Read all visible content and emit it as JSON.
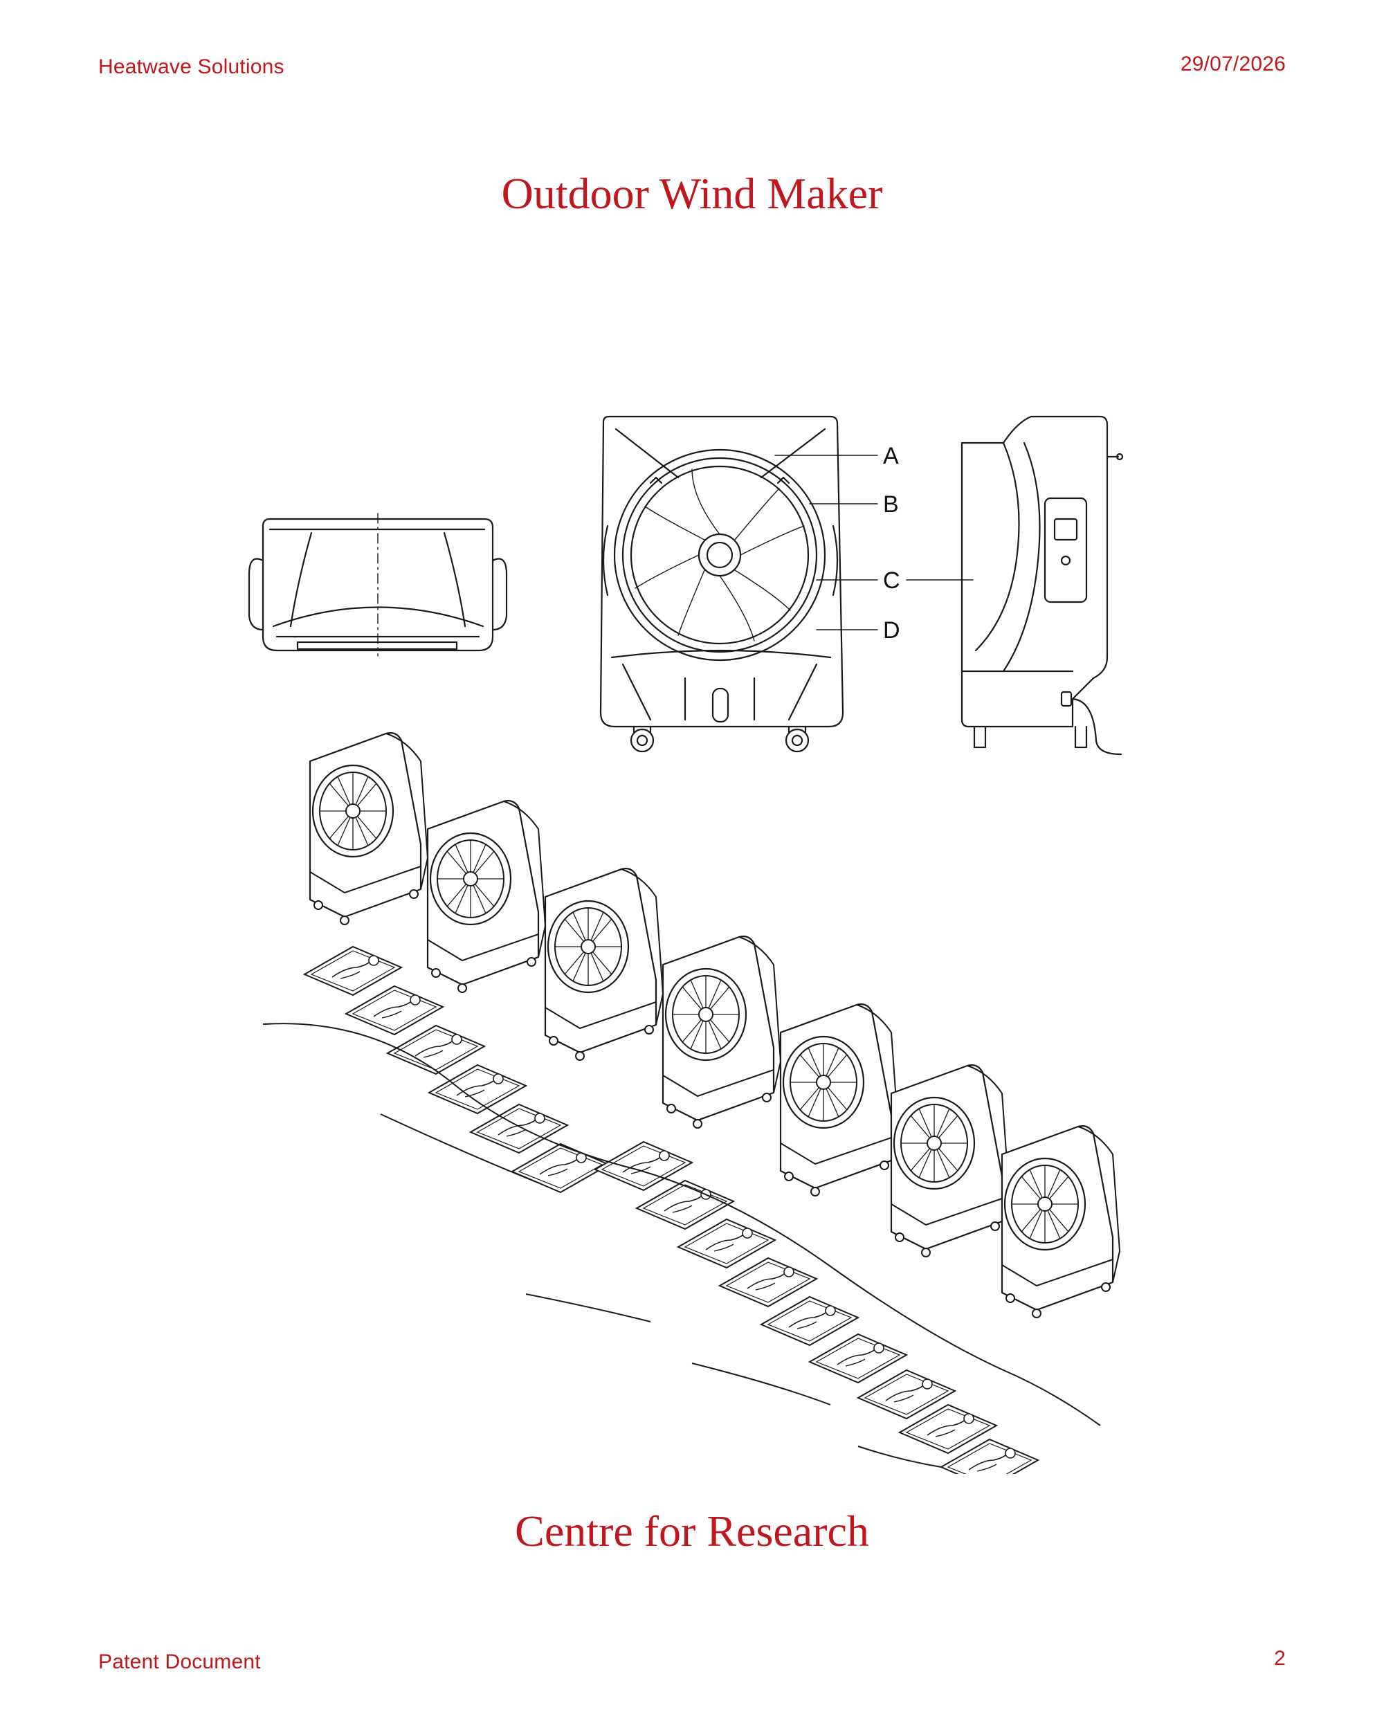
{
  "header": {
    "company": "Heatwave Solutions",
    "date": "29/07/2026"
  },
  "document": {
    "title": "Outdoor Wind Maker",
    "subtitle": "Centre for Research"
  },
  "figure": {
    "callouts": [
      "A",
      "B",
      "C",
      "D"
    ]
  },
  "footer": {
    "label": "Patent Document",
    "page_number": "2"
  },
  "colors": {
    "accent": "#c0161d",
    "line_art": "#1a1a1a"
  }
}
